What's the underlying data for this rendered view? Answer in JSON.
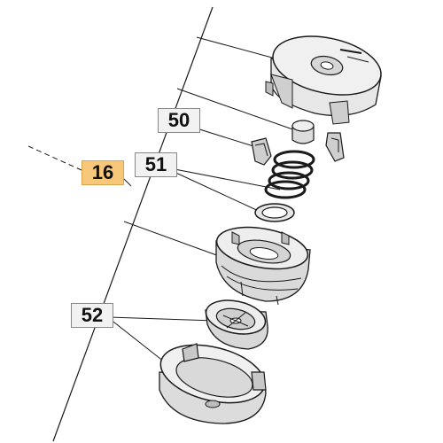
{
  "callouts": {
    "main": "16",
    "cover": "50",
    "springs": "51",
    "housing": "52"
  },
  "colors": {
    "line": "#1a1a1a",
    "part_fill": "#e7e7e7",
    "part_shade": "#bdbdbd",
    "highlight_fill": "#f7c87a"
  }
}
